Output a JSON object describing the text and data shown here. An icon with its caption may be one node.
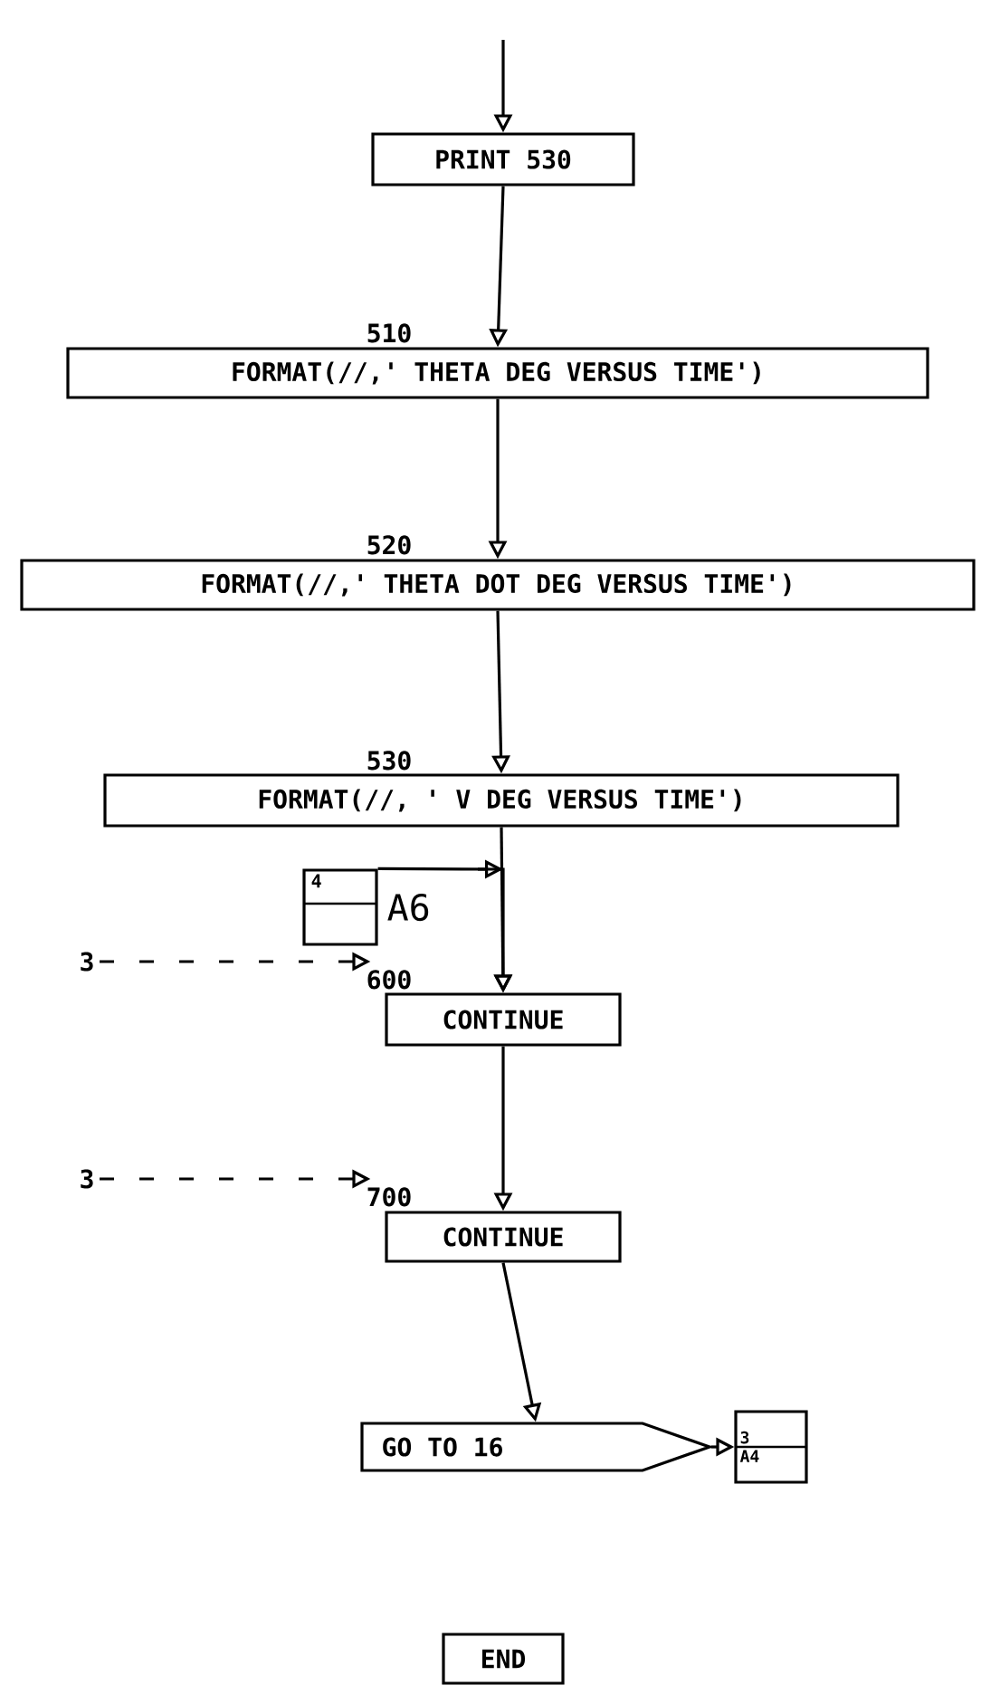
{
  "diagram": {
    "nodes": [
      {
        "text": [
          "PRINT 530"
        ]
      },
      {
        "text": [
          "FORMAT(//,' THETA DEG VERSUS TIME')"
        ],
        "beside": [
          "510"
        ]
      },
      {
        "text": [
          "FORMAT(//,' THETA DOT DEG VERSUS TIME')"
        ],
        "beside": [
          "520"
        ]
      },
      {
        "text": [
          "FORMAT(//, ' V DEG VERSUS TIME')"
        ],
        "beside": [
          "530"
        ]
      },
      {
        "text": [
          "4"
        ],
        "beside": [
          "A6"
        ]
      },
      {
        "text": [
          "3"
        ]
      },
      {
        "text": [
          "CONTINUE"
        ],
        "beside": [
          "600"
        ]
      },
      {
        "text": [
          "3"
        ]
      },
      {
        "text": [
          "CONTINUE"
        ],
        "beside": [
          "700"
        ]
      },
      {
        "text": [
          "GO TO  16"
        ]
      },
      {
        "text": [
          "3",
          "A4"
        ]
      },
      {
        "text": [
          "END"
        ]
      }
    ],
    "edges": [
      {
        "from": null,
        "to": 0,
        "arrow": "to"
      },
      {
        "from": 0,
        "to": 1,
        "arrow": "to"
      },
      {
        "from": 1,
        "to": 2,
        "arrow": "to"
      },
      {
        "from": 2,
        "to": 3,
        "arrow": "to"
      },
      {
        "from": 3,
        "to": 6,
        "arrow": "to"
      },
      {
        "from": 4,
        "to": 6,
        "arrow": "to"
      },
      {
        "from": 5,
        "to": 6,
        "arrow": "to",
        "style": "dashed"
      },
      {
        "from": 6,
        "to": 8,
        "arrow": "to"
      },
      {
        "from": 7,
        "to": 8,
        "arrow": "to",
        "style": "dashed"
      },
      {
        "from": 8,
        "to": 9,
        "arrow": "to"
      },
      {
        "from": 9,
        "to": 10,
        "arrow": "to"
      }
    ]
  }
}
